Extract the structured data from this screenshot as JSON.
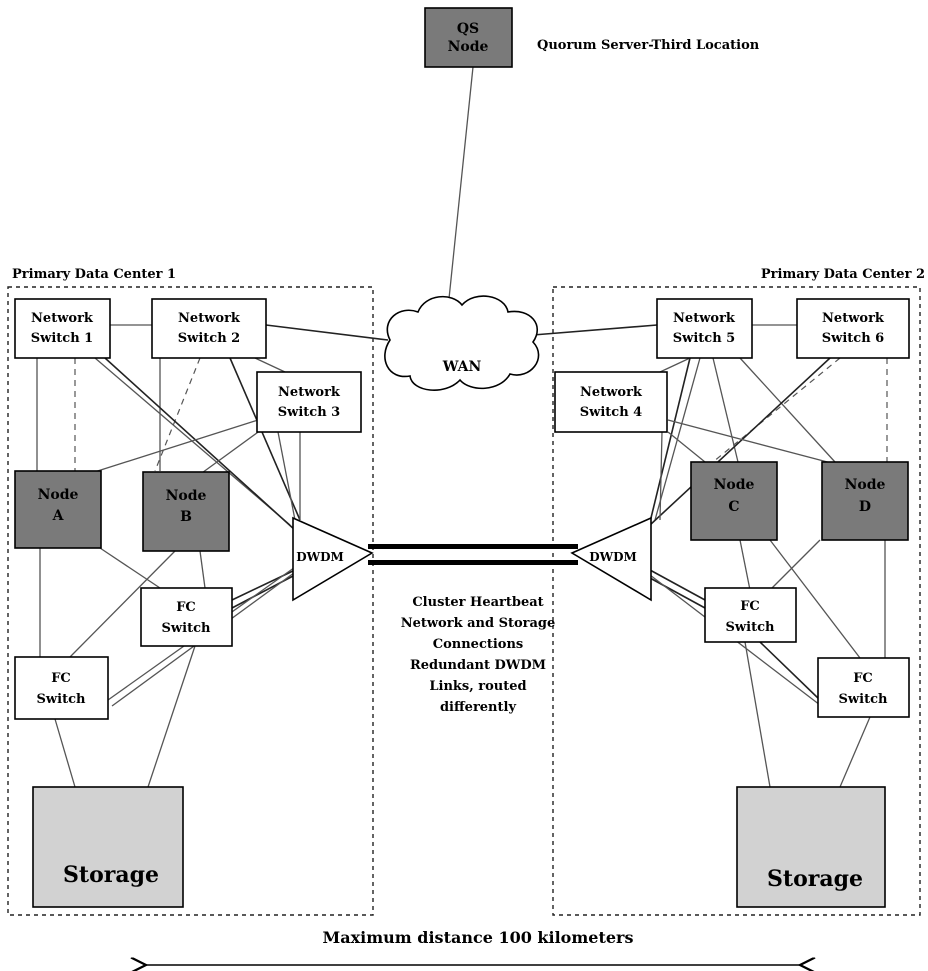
{
  "qs_node": {
    "line1": "QS",
    "line2": "Node",
    "caption": "Quorum Server-Third Location"
  },
  "regions": {
    "dc1": "Primary Data Center 1",
    "dc2": "Primary Data Center 2"
  },
  "wan": "WAN",
  "switches": {
    "ns1": [
      "Network",
      "Switch 1"
    ],
    "ns2": [
      "Network",
      "Switch 2"
    ],
    "ns3": [
      "Network",
      "Switch 3"
    ],
    "ns4": [
      "Network",
      "Switch 4"
    ],
    "ns5": [
      "Network",
      "Switch 5"
    ],
    "ns6": [
      "Network",
      "Switch 6"
    ]
  },
  "nodes": {
    "a": [
      "Node",
      "A"
    ],
    "b": [
      "Node",
      "B"
    ],
    "c": [
      "Node",
      "C"
    ],
    "d": [
      "Node",
      "D"
    ]
  },
  "fc": {
    "left_upper": [
      "FC",
      "Switch"
    ],
    "left_lower": [
      "FC",
      "Switch"
    ],
    "right_upper": [
      "FC",
      "Switch"
    ],
    "right_lower": [
      "FC",
      "Switch"
    ]
  },
  "dwdm": {
    "left": "DWDM",
    "right": "DWDM"
  },
  "storage": {
    "left": "Storage",
    "right": "Storage"
  },
  "center_note": [
    "Cluster Heartbeat",
    "Network and Storage",
    "Connections",
    "Redundant DWDM",
    "Links, routed",
    "differently"
  ],
  "distance": "Maximum distance 100 kilometers",
  "colors": {
    "node_fill": "#7a7a7a",
    "storage_fill": "#d2d2d2",
    "box_fill": "#ffffff"
  }
}
